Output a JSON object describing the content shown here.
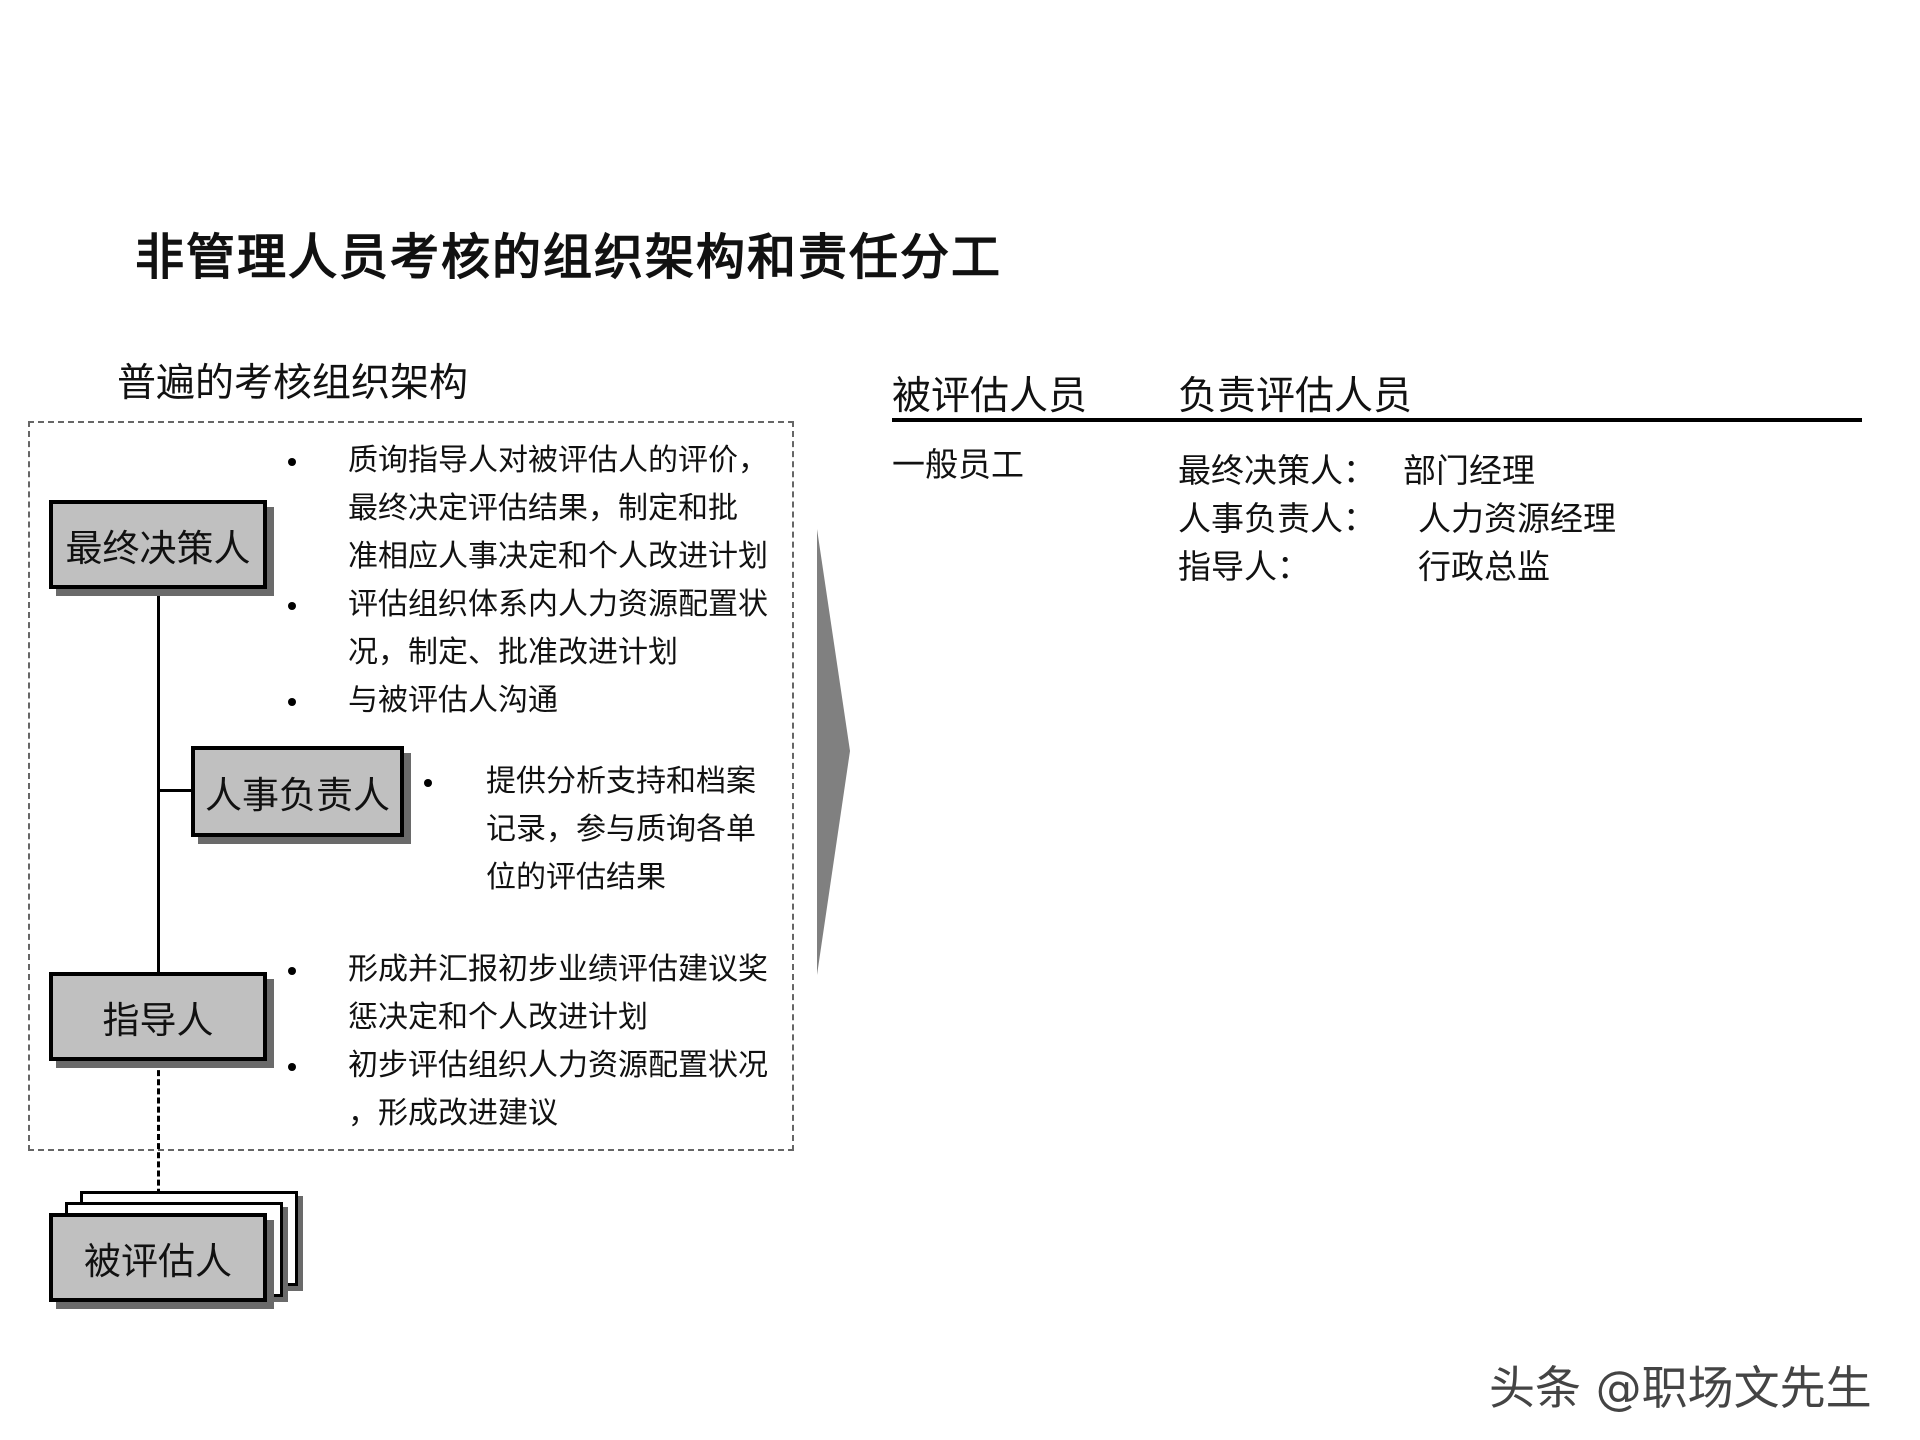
{
  "title": "非管理人员考核的组织架构和责任分工",
  "left": {
    "heading": "普遍的考核组织架构",
    "nodes": {
      "final_decider": "最终决策人",
      "hr_owner": "人事负责人",
      "guide": "指导人",
      "evaluatee": "被评估人"
    },
    "final_decider_duties": [
      [
        "质询指导人对被评估人的评价，",
        "最终决定评估结果，制定和批",
        "准相应人事决定和个人改进计划"
      ],
      [
        "评估组织体系内人力资源配置状",
        "况，制定、批准改进计划"
      ],
      [
        "与被评估人沟通"
      ]
    ],
    "hr_owner_duties": [
      [
        "提供分析支持和档案",
        "记录，参与质询各单",
        "位的评估结果"
      ]
    ],
    "guide_duties": [
      [
        "形成并汇报初步业绩评估建议奖",
        "惩决定和个人改进计划"
      ],
      [
        "初步评估组织人力资源配置状况",
        "，形成改进建议"
      ]
    ]
  },
  "arrow": {
    "color": "#808080"
  },
  "right": {
    "headers": [
      "被评估人员",
      "负责评估人员"
    ],
    "rows": [
      {
        "evaluatee": "一般员工",
        "responsible": [
          {
            "role": "最终决策人：",
            "person": "部门经理"
          },
          {
            "role": "人事负责人：",
            "person": "人力资源经理"
          },
          {
            "role": "指导人：",
            "person": "行政总监"
          }
        ]
      }
    ]
  },
  "watermark": "头条 @职场文先生"
}
